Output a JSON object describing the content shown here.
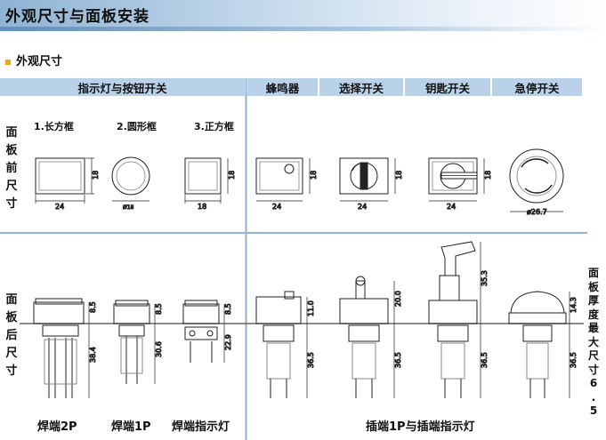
{
  "title": "外观尺寸与面板安装",
  "section": "外观尺寸",
  "headers": {
    "indicator_switch": "指示灯与按钮开关",
    "buzzer": "蜂鸣器",
    "selector": "选择开关",
    "key": "钥匙开关",
    "estop": "急停开关"
  },
  "row_labels": {
    "front": "面板前尺寸",
    "back": "面板后尺寸"
  },
  "right_label": "面板厚度最大尺寸6.5",
  "frame_labels": {
    "rect": "1.长方框",
    "round": "2.圆形框",
    "square": "3.正方框"
  },
  "bottom_labels": {
    "solder2p": "焊端2P",
    "solder1p": "焊端1P",
    "solder_indicator": "焊端指示灯",
    "plug": "插端1P与插端指示灯"
  },
  "dims": {
    "w24": "24",
    "w18": "18",
    "h18": "18",
    "d18": "Ø18",
    "d267": "ø26.7",
    "h85": "8.5",
    "h384": "38.4",
    "h306": "30.6",
    "h229": "22.9",
    "h110": "11.0",
    "h200": "20.0",
    "h353": "35.3",
    "h143": "14.3",
    "h365": "36.5"
  },
  "colors": {
    "header_bg": "#b9d2e9",
    "title_bar": "#8fb3d3",
    "accent": "#f2a900"
  }
}
